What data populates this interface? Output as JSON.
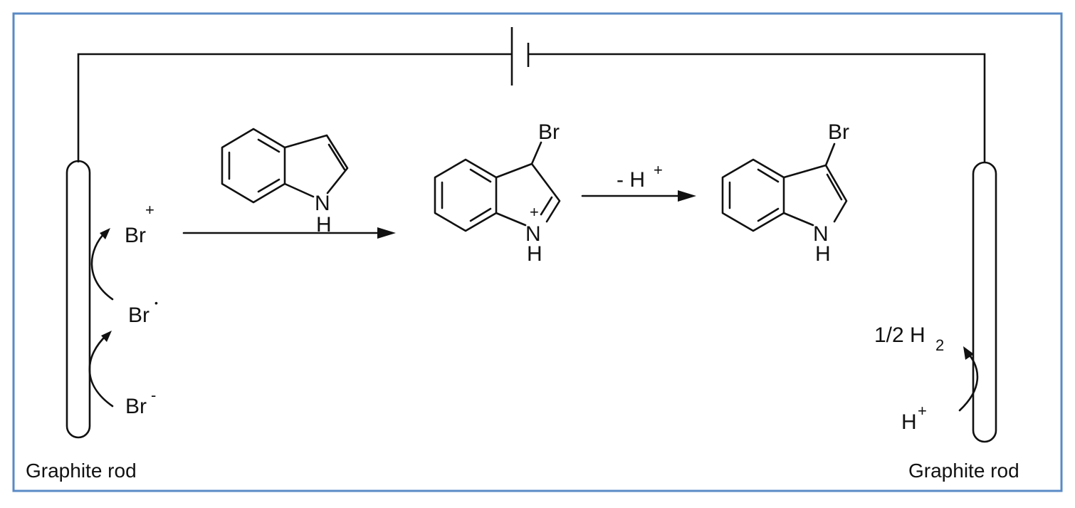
{
  "frame": {
    "border_color": "#5a8ac6"
  },
  "electrodes": {
    "left_label": "Graphite rod",
    "right_label": "Graphite rod"
  },
  "anode_species": {
    "br_cation": "Br",
    "br_cation_charge": "+",
    "br_radical": "Br",
    "br_radical_dot": "•",
    "br_anion": "Br",
    "br_anion_charge": "-"
  },
  "cathode_species": {
    "h2_prefix": "1/2 H",
    "h2_subscript": "2",
    "proton": "H",
    "proton_charge": "+"
  },
  "indole": {
    "n_label": "N",
    "h_label": "H"
  },
  "intermediate": {
    "br_label": "Br",
    "n_label": "N",
    "n_charge": "+",
    "h_label": "H"
  },
  "product": {
    "br_label": "Br",
    "n_label": "N",
    "h_label": "H"
  },
  "step2": {
    "label_prefix": "- H",
    "label_charge": "+"
  }
}
